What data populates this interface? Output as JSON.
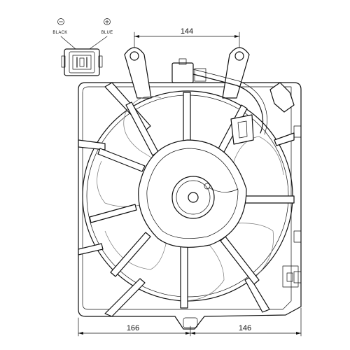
{
  "drawing": {
    "dimensions": {
      "top_width": "144",
      "bottom_left": "166",
      "bottom_right": "146"
    },
    "connector": {
      "negative_symbol": "⊖",
      "positive_symbol": "⊕",
      "negative_label": "BLACK",
      "positive_label": "BLUE"
    },
    "colors": {
      "line": "#111111",
      "background": "#ffffff"
    }
  }
}
